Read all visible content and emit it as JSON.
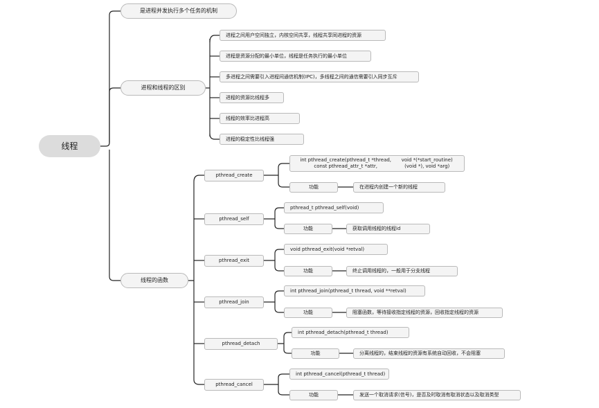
{
  "root": "线程",
  "l1": {
    "mechanism": "是进程并发执行多个任务的机制",
    "difference": "进程和线程的区别",
    "functions": "线程的函数"
  },
  "differences": [
    "进程之间用户空间独立，内核空间共享，线程共享同进程的资源",
    "进程是资源分配的最小单位，线程是任务执行的最小单位",
    "多进程之间需要引入进程间通信机制(IPC)，多线程之间的通信需要引入同步互斥",
    "进程的资源比线程多",
    "线程的效率比进程高",
    "进程的稳定性比线程强"
  ],
  "func_label": "功能",
  "functions": [
    {
      "name": "pthread_create",
      "signature_line1": "int pthread_create(pthread_t *thread, const pthread_attr_t *attr,",
      "signature_line2": "void *(*start_routine) (void *), void *arg)",
      "desc": "在进程内创建一个新的线程"
    },
    {
      "name": "pthread_self",
      "signature_line1": "pthread_t pthread_self(void)",
      "desc": "获取调用线程的线程id"
    },
    {
      "name": "pthread_exit",
      "signature_line1": "void pthread_exit(void *retval)",
      "desc": "终止调用线程的，一般用于分支线程"
    },
    {
      "name": "pthread_join",
      "signature_line1": "int pthread_join(pthread_t thread, void **retval)",
      "desc": "阻塞函数，等待接收指定线程的资源，回收指定线程的资源"
    },
    {
      "name": "pthread_detach",
      "signature_line1": "int pthread_detach(pthread_t thread)",
      "desc": "分离线程的，结束线程的资源有系统自动回收，不会阻塞"
    },
    {
      "name": "pthread_cancel",
      "signature_line1": "int pthread_cancel(pthread_t thread)",
      "desc": "发送一个取消请求(信号)，是否及时取消有取消状态以及取消类型"
    }
  ]
}
